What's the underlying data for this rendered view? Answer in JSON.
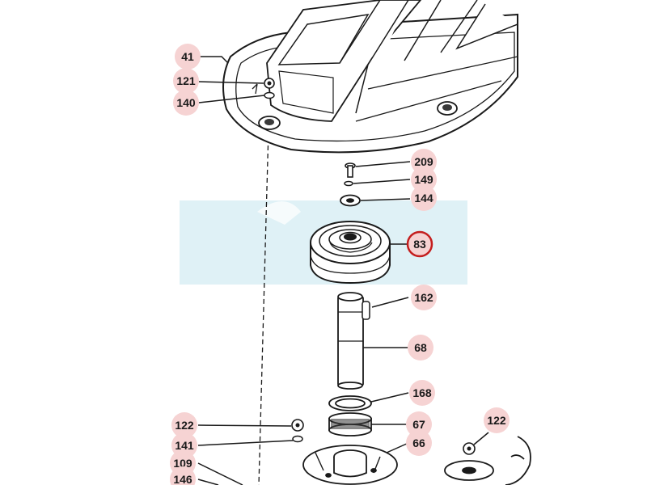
{
  "diagram": {
    "highlighted_part": "83",
    "colors": {
      "label_bubble": "#f6d3d3",
      "highlight_ring": "#c41e1e",
      "line": "#1a1a1a",
      "watermark": "#dff1f6"
    },
    "callouts": [
      {
        "id": "41",
        "text": "41"
      },
      {
        "id": "121",
        "text": "121"
      },
      {
        "id": "140",
        "text": "140"
      },
      {
        "id": "209",
        "text": "209"
      },
      {
        "id": "149",
        "text": "149"
      },
      {
        "id": "144",
        "text": "144"
      },
      {
        "id": "83",
        "text": "83"
      },
      {
        "id": "162",
        "text": "162"
      },
      {
        "id": "68",
        "text": "68"
      },
      {
        "id": "168",
        "text": "168"
      },
      {
        "id": "67",
        "text": "67"
      },
      {
        "id": "66",
        "text": "66"
      },
      {
        "id": "122a",
        "text": "122"
      },
      {
        "id": "141",
        "text": "141"
      },
      {
        "id": "109",
        "text": "109"
      },
      {
        "id": "146",
        "text": "146"
      },
      {
        "id": "122b",
        "text": "122"
      }
    ]
  }
}
